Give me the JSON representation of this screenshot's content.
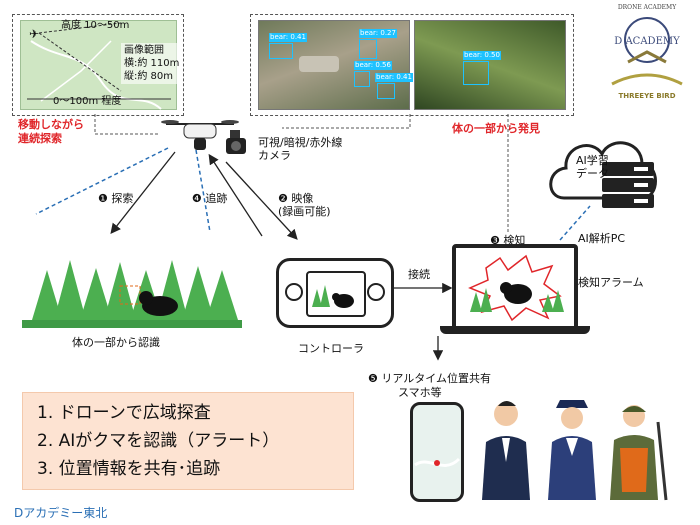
{
  "map_panel": {
    "altitude": "高度 10～50m",
    "range_title": "画像範囲",
    "range_h": "横:約 110m",
    "range_v": "縦:約 80m",
    "distance": "0～100m 程度"
  },
  "left_caption": [
    "移動しながら",
    "連続探索"
  ],
  "detection_photos": {
    "labels": [
      "bear: 0.41",
      "bear: 0.27",
      "bear: 0.56",
      "bear: 0.41",
      "bear: 0.50"
    ],
    "caption": "体の一部から発見"
  },
  "camera_label": [
    "可視/暗視/赤外線",
    "カメラ"
  ],
  "steps": {
    "s1": "❶ 探索",
    "s2a": "❷ 映像",
    "s2b": "(録画可能)",
    "s3": "❸ 検知",
    "s4": "❹ 追跡",
    "s5": "❺ リアルタイム位置共有"
  },
  "forest_caption": "体の一部から認識",
  "controller_caption": "コントローラ",
  "connect_label": "接続",
  "alarm_label": "検知アラーム",
  "ai_data": [
    "AI学習",
    "データ"
  ],
  "ai_pc": "AI解析PC",
  "smartphone_label": "スマホ等",
  "summary_items": [
    "1.  ドローンで広域探査",
    "2.  AIがクマを認識（アラート）",
    "3.  位置情報を共有･追跡"
  ],
  "footer": "Dアカデミー東北",
  "logo": {
    "top": "DRONE ACADEMY",
    "bottom": "THREEYE BIRD"
  },
  "colors": {
    "red": "#e0262a",
    "green": "#4caf50",
    "blue": "#2a6fb5"
  }
}
